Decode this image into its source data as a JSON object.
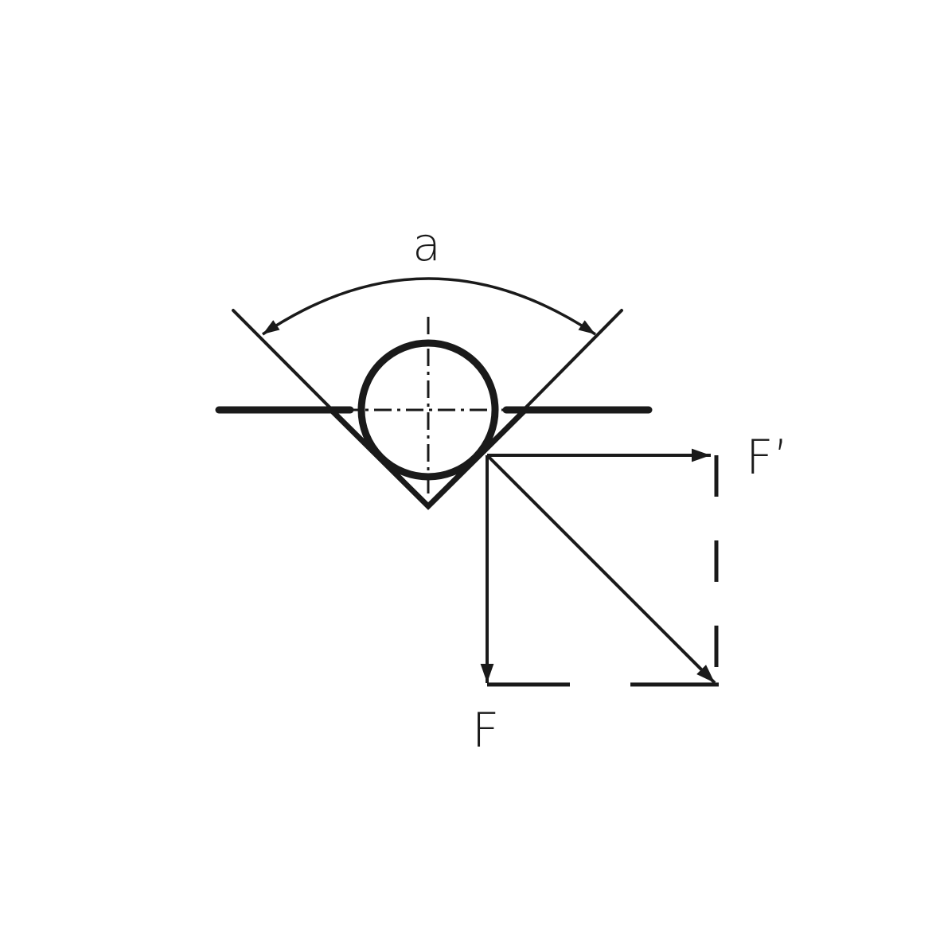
{
  "diagram": {
    "angle_label": "a",
    "force_label": "F",
    "force_prime_label": "F’",
    "colors": {
      "stroke": "#1a1a1a",
      "background": "#ffffff"
    }
  }
}
